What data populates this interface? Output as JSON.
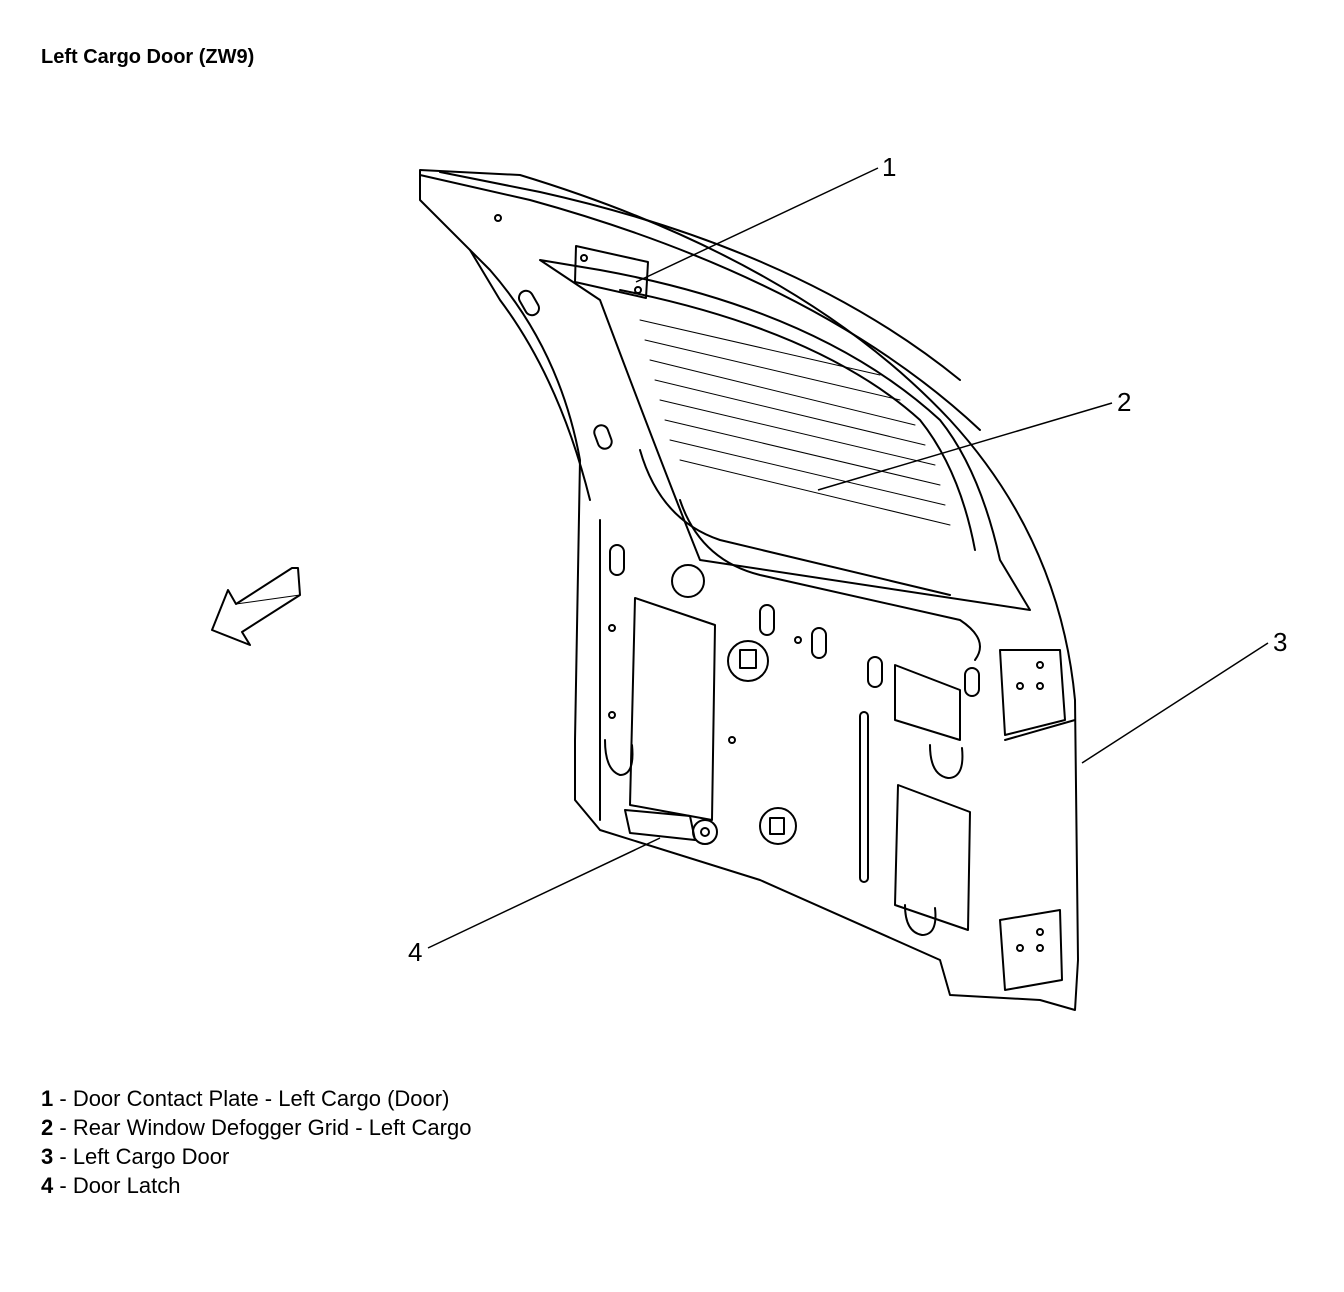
{
  "title": "Left Cargo Door (ZW9)",
  "callouts": [
    "1",
    "2",
    "3",
    "4"
  ],
  "legend": [
    {
      "number": "1",
      "separator": " - ",
      "text": "Door Contact Plate - Left Cargo (Door)"
    },
    {
      "number": "2",
      "separator": " - ",
      "text": "Rear Window Defogger Grid - Left Cargo"
    },
    {
      "number": "3",
      "separator": " - ",
      "text": "Left Cargo Door"
    },
    {
      "number": "4",
      "separator": " - ",
      "text": "Door Latch"
    }
  ]
}
